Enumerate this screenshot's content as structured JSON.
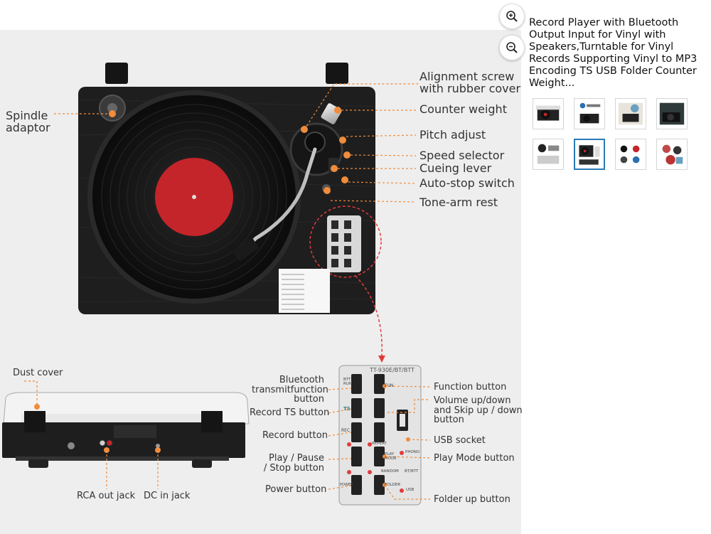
{
  "product": {
    "title": "Record Player with Bluetooth Output Input for Vinyl with Speakers,Turntable for Vinyl Records Supporting Vinyl to MP3 Encoding TS USB Folder Counter Weight..."
  },
  "zoom": {
    "zoom_in_icon": "magnifier-plus-icon",
    "zoom_out_icon": "magnifier-minus-icon"
  },
  "thumbnails": [
    {
      "name": "thumb-1"
    },
    {
      "name": "thumb-2"
    },
    {
      "name": "thumb-3"
    },
    {
      "name": "thumb-4"
    },
    {
      "name": "thumb-5"
    },
    {
      "name": "thumb-6",
      "selected": true
    },
    {
      "name": "thumb-7"
    },
    {
      "name": "thumb-8"
    }
  ],
  "image_labels": {
    "spindle_adaptor": "Spindle\nadaptor",
    "alignment_screw": "Alignment screw\nwith rubber cover",
    "counter_weight": "Counter weight",
    "pitch_adjust": "Pitch adjust",
    "speed_selector": "Speed selector",
    "cueing_lever": "Cueing lever",
    "auto_stop_switch": "Auto-stop switch",
    "tone_arm_rest": "Tone-arm rest",
    "dust_cover": "Dust cover",
    "rca_out_jack": "RCA out jack",
    "dc_in_jack": "DC in jack",
    "bt_transmit_button": "Bluetooth\ntransmitfunction\nbutton",
    "record_ts_button": "Record TS button",
    "record_button": "Record button",
    "play_pause_stop": "Play / Pause\n/ Stop button",
    "power_button": "Power button",
    "function_button": "Function button",
    "volume_skip": "Volume up/down\nand Skip up / down\nbutton",
    "usb_socket": "USB socket",
    "play_mode_button": "Play Mode button",
    "folder_up_button": "Folder up button"
  },
  "panel": {
    "model": "TT-930E/BT/BTT",
    "btt_run": "BTT\nRUN",
    "fun": "FUN",
    "rec": "REC",
    "ts": "TS",
    "repeat": "REPEAT",
    "play_mode": "PLAY\nMODE",
    "phono": "PHONO",
    "random": "RANDOM",
    "bt_btt": "BT/BTT",
    "power": "POWER",
    "folder": "FOLDER",
    "usb": "USB"
  },
  "colors": {
    "accent_orange": "#f08c3c",
    "record_label_red": "#c4252a",
    "plinth_black": "#1c1c1c",
    "background_gray": "#eeeeee",
    "selected_thumb_border": "#2b7ab5"
  }
}
